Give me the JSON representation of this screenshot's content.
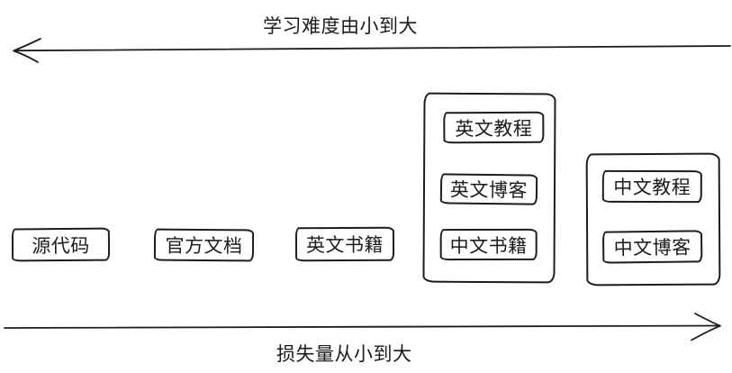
{
  "diagram": {
    "background_color": "#ffffff",
    "ink_color": "#1c1c1c",
    "top_axis": {
      "label": "学习难度由小到大",
      "arrow_direction": "left"
    },
    "bottom_axis": {
      "label": "损失量从小到大",
      "arrow_direction": "right"
    },
    "standalone_boxes": [
      {
        "label": "源代码"
      },
      {
        "label": "官方文档"
      },
      {
        "label": "英文书籍"
      }
    ],
    "groups": [
      {
        "name": "english-resources-group",
        "boxes": [
          {
            "label": "英文教程"
          },
          {
            "label": "英文博客"
          },
          {
            "label": "中文书籍"
          }
        ]
      },
      {
        "name": "chinese-resources-group",
        "boxes": [
          {
            "label": "中文教程"
          },
          {
            "label": "中文博客"
          }
        ]
      }
    ]
  }
}
